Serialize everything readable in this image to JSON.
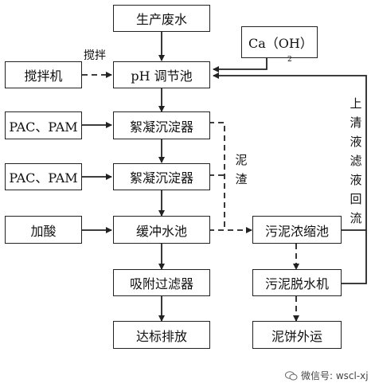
{
  "nodes": {
    "wastewater": "生产废水",
    "ph_tank": "pH 调节池",
    "caoh": "Ca（OH）",
    "caoh_sub": "2",
    "mixer": "搅拌机",
    "mixer_label": "搅拌",
    "pac_pam_1": "PAC、PAM",
    "floc_1": "絮凝沉淀器",
    "pac_pam_2": "PAC、PAM",
    "floc_2": "絮凝沉淀器",
    "acid": "加酸",
    "buffer": "缓冲水池",
    "sludge_thick": "污泥浓缩池",
    "adsorb": "吸附过滤器",
    "dewater": "污泥脱水机",
    "discharge": "达标排放",
    "cake": "泥饼外运"
  },
  "sludge_label": [
    "泥",
    "渣"
  ],
  "return_label": [
    "上",
    "清",
    "液",
    "滤",
    "液",
    "回",
    "流"
  ],
  "watermark": "微信号: wscl-xj",
  "colors": {
    "line": "#222222",
    "box_border": "#222222",
    "background": "#ffffff"
  }
}
